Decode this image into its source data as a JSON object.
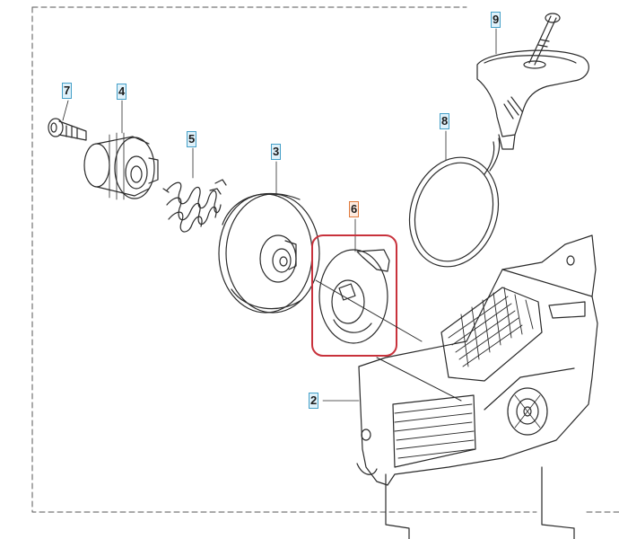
{
  "parts": [
    {
      "id": "p7",
      "number": "7"
    },
    {
      "id": "p4",
      "number": "4"
    },
    {
      "id": "p5",
      "number": "5"
    },
    {
      "id": "p3",
      "number": "3"
    },
    {
      "id": "p6",
      "number": "6",
      "highlighted": true
    },
    {
      "id": "p8",
      "number": "8"
    },
    {
      "id": "p9",
      "number": "9"
    },
    {
      "id": "p2",
      "number": "2"
    }
  ],
  "colors": {
    "line": "#2a2a2a",
    "dashed_frame": "#555555",
    "highlight_box": "#c8323c",
    "callout_fill": "#dff1fa",
    "callout_border": "#45a0c8",
    "callout_highlight_fill": "#fdebe0",
    "callout_highlight_border": "#e07a3c"
  }
}
